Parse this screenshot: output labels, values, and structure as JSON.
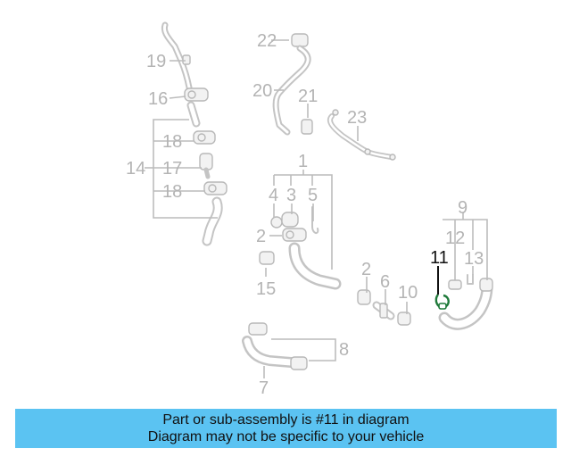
{
  "parts": {
    "p1": "1",
    "p2a": "2",
    "p2b": "2",
    "p3": "3",
    "p4": "4",
    "p5": "5",
    "p6": "6",
    "p7": "7",
    "p8": "8",
    "p9": "9",
    "p10": "10",
    "p11": "11",
    "p12": "12",
    "p13": "13",
    "p14": "14",
    "p15": "15",
    "p16": "16",
    "p17": "17",
    "p18a": "18",
    "p18b": "18",
    "p19": "19",
    "p20": "20",
    "p21": "21",
    "p22": "22",
    "p23": "23"
  },
  "highlight": "11",
  "colors": {
    "banner": "#5bc3f2",
    "highlight": "#111111",
    "parts": "#b4b4b4"
  },
  "banner": {
    "line1": "Part or sub-assembly is #11 in diagram",
    "line2": "Diagram may not be specific to your vehicle"
  }
}
